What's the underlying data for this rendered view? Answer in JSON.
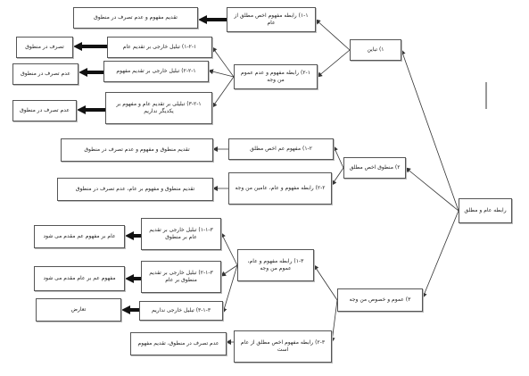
{
  "nodes": {
    "root": "رابطه عام و مطلق",
    "n1": "۱) تباین",
    "n1_1": "۱-۱) رابطه مفهوم اخص مطلق از عام",
    "n1_1_leaf": "تقدیم مفهوم و عدم تصرف در منطوق",
    "n1_2": "۲-۱) رابطه مفهوم و عدم عموم من وجه",
    "n1_2_1": "۱-۲-۱) تبلیل خارجی بر تقدیم عام",
    "n1_2_1_leaf": "تصرف در منطوق",
    "n1_2_2": "۲-۲-۱) تبلیل خارجی بر تقدیم مفهوم",
    "n1_2_2_leaf": "عدم تصرف در منطوق",
    "n1_2_3": "۳-۲-۱) تبلیلی بر تقدیم عام و مفهوم بر یکدیگر نداریم",
    "n1_2_3_leaf": "عدم تصرف در منطوق",
    "n2": "۲) منطوق اخص مطلق",
    "n2_1": "۱-۲) مفهوم عم اخص مطلق",
    "n2_1_leaf": "تقدیم منطوق و مفهوم و عدم تصرف در منطوق",
    "n2_2": "۲-۲) رابطه مفهوم و عام، عامین من وجه",
    "n2_2_leaf": "تقدیم منطوق و مفهوم بر عام، عدم تصرف در منطوق",
    "n3": "۳) عموم و خصوص من وجه",
    "n3_1": "۱-۳) رابطه مفهوم و عام، عموم من وجه",
    "n3_1_1": "۱-۱-۳) تبلیل خارجی بر تقدیم عام بر منطوق",
    "n3_1_1_leaf": "عام بر مفهوم عم مقدم می شود",
    "n3_1_2": "۲-۱-۳) تبلیل خارجی بر تقدیم منطوق بر عام",
    "n3_1_2_leaf": "مفهوم عم بر عام مقدم می شود",
    "n3_1_3": "۳-۱-۳) تبلیل خارجی نداریم",
    "n3_1_3_leaf": "تعارض",
    "n3_2": "۲-۳) رابطه مفهوم اخص مطلق از عام است",
    "n3_2_leaf": "عدم تصرف در منطوق، تقدیم مفهوم"
  }
}
